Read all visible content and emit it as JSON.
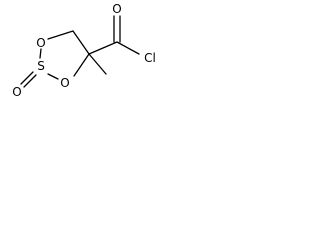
{
  "molecule": {
    "atoms": {
      "ring_oxygen_top": "O",
      "ring_oxygen_bottom": "O",
      "sulfur": "S",
      "sulfinyl_oxygen": "O",
      "carbonyl_oxygen": "O",
      "chlorine": "Cl"
    }
  }
}
